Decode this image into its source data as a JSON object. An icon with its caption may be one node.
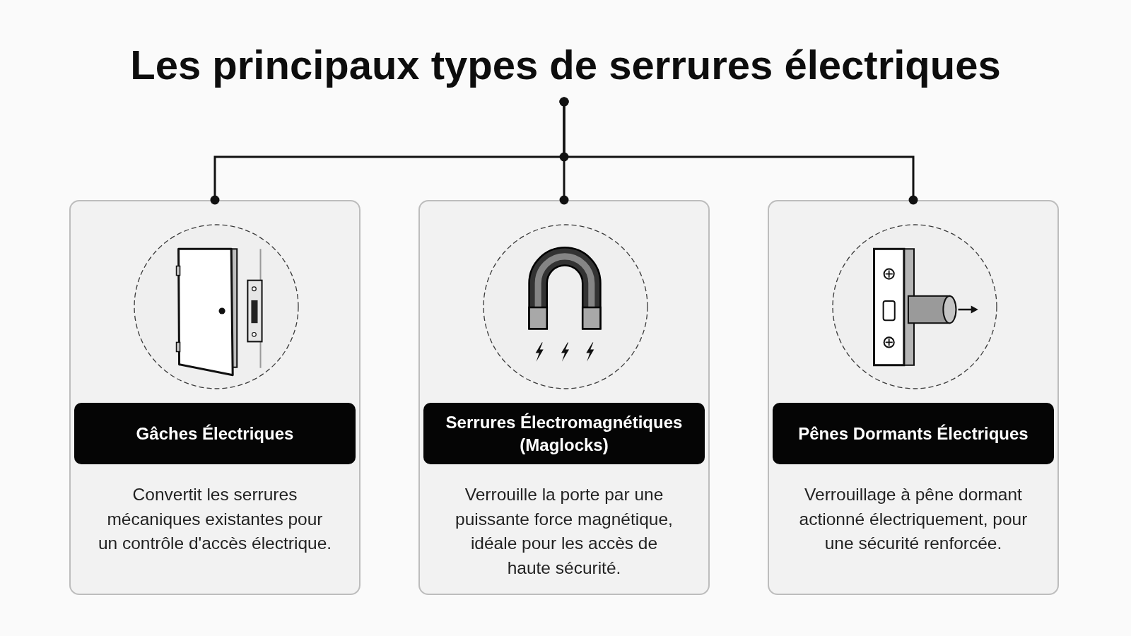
{
  "diagram": {
    "title": "Les principaux types de serrures électriques",
    "nodes": [
      {
        "text": [
          "Convertit les serrures mécaniques existantes pour un contrôle d'accès électrique."
        ]
      },
      {
        "text": [],
        "shape": "picture",
        "in": 0
      },
      {
        "text": [
          "Gâches Électriques"
        ],
        "in": 0
      },
      {
        "text": [
          "Verrouille la porte par une puissante force magnétique, idéale pour les accès de haute sécurité."
        ]
      },
      {
        "text": [],
        "shape": "picture",
        "in": 3
      },
      {
        "text": [
          "Serrures Électromagnétiques (Maglocks)"
        ],
        "in": 3
      },
      {
        "text": [
          "Verrouillage à pêne dormant actionné électriquement, pour une sécurité renforcée."
        ]
      },
      {
        "text": [],
        "shape": "picture",
        "in": 6
      },
      {
        "text": [
          "Pênes Dormants Électriques"
        ],
        "in": 6
      }
    ],
    "edges": [
      {
        "from": null,
        "to": 0,
        "arrow": "other"
      },
      {
        "from": null,
        "to": 3,
        "arrow": "other"
      },
      {
        "from": null,
        "to": 6,
        "arrow": "other"
      }
    ]
  }
}
